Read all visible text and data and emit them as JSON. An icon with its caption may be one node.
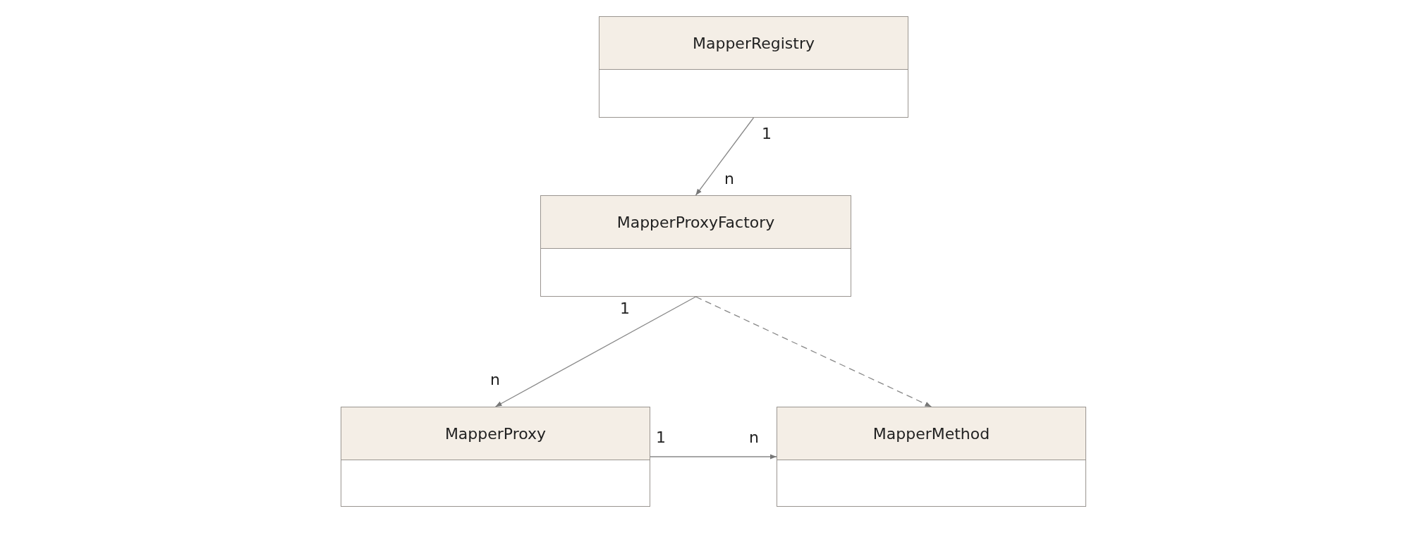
{
  "diagram": {
    "nodes": [
      {
        "text": [
          "MapperRegistry"
        ]
      },
      {
        "text": [
          "MapperProxyFactory"
        ]
      },
      {
        "text": [
          "MapperProxy"
        ]
      },
      {
        "text": [
          "MapperMethod"
        ]
      }
    ],
    "edges": [
      {
        "from": 0,
        "to": 1,
        "arrow": "to"
      },
      {
        "from": 1,
        "to": 2,
        "arrow": "to"
      },
      {
        "from": 1,
        "to": 3,
        "arrow": "to",
        "style": "dashed"
      },
      {
        "from": 2,
        "to": 3,
        "arrow": "to"
      }
    ],
    "labels": [
      "1",
      "n",
      "1",
      "n",
      "1",
      "n"
    ]
  }
}
